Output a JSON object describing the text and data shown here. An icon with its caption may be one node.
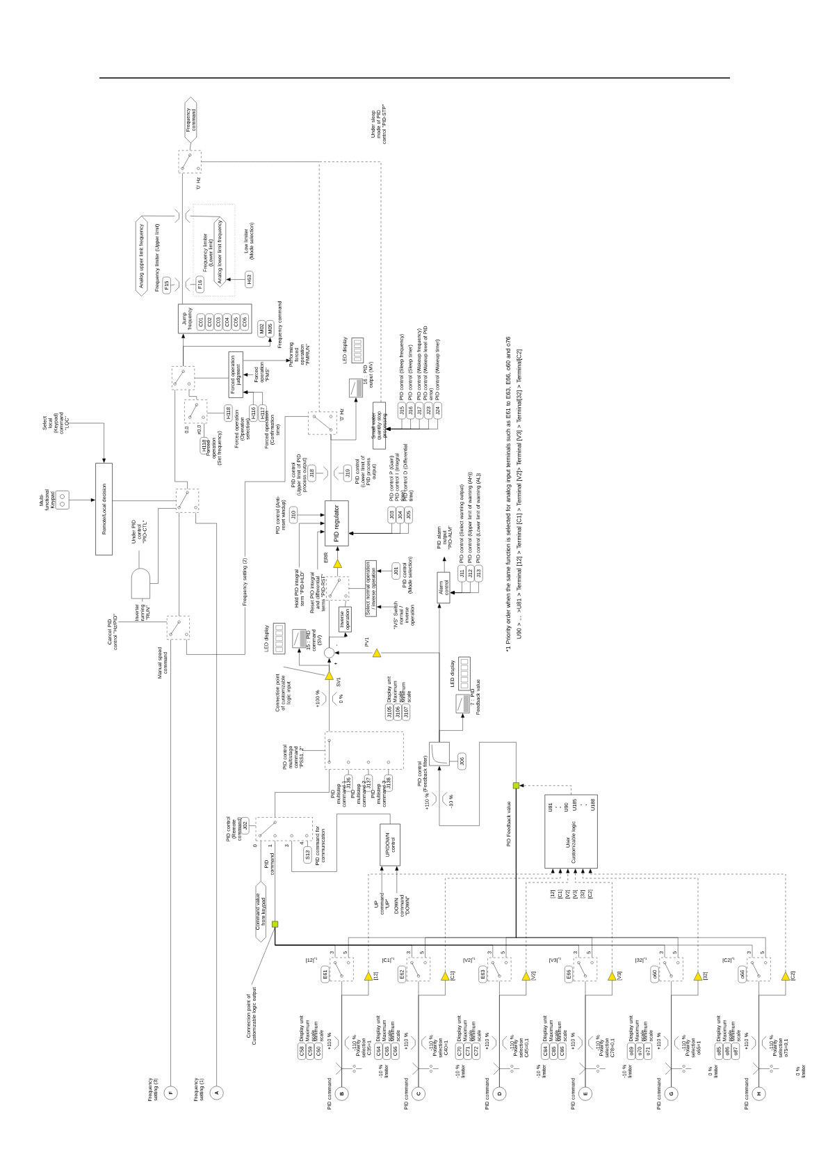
{
  "diagram": {
    "nodes": [
      {
        "text": [
          "Frequency command"
        ]
      },
      {
        "text": [],
        "shape": "switch"
      },
      {
        "text": [
          "Analog upper limit frequency"
        ]
      },
      {
        "text": [
          "F15"
        ],
        "beside": [
          "Frequency limiter (Upper limit)"
        ]
      },
      {
        "text": [
          "F16"
        ]
      },
      {
        "text": [
          "Analog lower limit frequency"
        ]
      },
      {
        "text": [
          "H63"
        ],
        "beside": [
          "Low limiter (Mode selection)"
        ]
      },
      {
        "text": [
          "Jump frequency"
        ]
      },
      {
        "text": [
          "C01"
        ],
        "in": 7
      },
      {
        "text": [
          "C02"
        ],
        "in": 7
      },
      {
        "text": [
          "C03"
        ],
        "in": 7
      },
      {
        "text": [
          "C04"
        ],
        "in": 7
      },
      {
        "text": [
          "C05"
        ],
        "in": 7
      },
      {
        "text": [
          "C06"
        ],
        "in": 7
      },
      {
        "text": [
          "M02"
        ]
      },
      {
        "text": [
          "M05"
        ],
        "beside": [
          "Frequency command"
        ]
      },
      {
        "text": [],
        "shape": "switch"
      },
      {
        "text": [
          "Forced operation judgment"
        ]
      },
      {
        "text": [
          "Performing forced operation \"FMRUN\""
        ]
      },
      {
        "text": [
          "Forced operation \"FMS\""
        ]
      },
      {
        "text": [
          "H116"
        ],
        "beside": [
          "Forced operation (Operation selection)"
        ]
      },
      {
        "text": [
          "H117"
        ],
        "beside": [
          "Forced operation (Confirmation time)"
        ]
      },
      {
        "text": [],
        "shape": "switch"
      },
      {
        "text": [
          "H118"
        ]
      },
      {
        "text": [
          "H118"
        ],
        "beside": [
          "Forced operation (Set frequency)"
        ]
      },
      {
        "text": [],
        "shape": "switch"
      },
      {
        "text": [
          "Remote/Local decision"
        ]
      },
      {
        "text": [],
        "shape": "key",
        "beside": [
          "Multi-functional Keypad"
        ]
      },
      {
        "text": [
          "Select local (Keypad) command \"LOC\""
        ]
      },
      {
        "text": [],
        "shape": "gate"
      },
      {
        "text": [
          "Under PID control \"PID-CTL\""
        ]
      },
      {
        "text": [
          "Inverter running \"RUN\""
        ]
      },
      {
        "text": [],
        "shape": "switch"
      },
      {
        "text": [
          "Cancel PID control \"Hz/PID\""
        ]
      },
      {
        "text": [
          "F"
        ],
        "beside": [
          "Frequency setting (3)"
        ]
      },
      {
        "text": [
          "A"
        ],
        "beside": [
          "Frequency setting (1)"
        ]
      },
      {
        "text": [
          "PID regulator"
        ]
      },
      {
        "text": [
          "J10"
        ],
        "beside": [
          "PID control (Anti-reset windup)"
        ]
      },
      {
        "text": [
          "Hold PID integral term \"PID-HLD\""
        ]
      },
      {
        "text": [
          "Reset PID integral and differential terms \"PID-RST\""
        ]
      },
      {
        "text": [
          "J18"
        ],
        "beside": [
          "PID control (Upper limit of PID process output)"
        ]
      },
      {
        "text": [
          "J19"
        ],
        "beside": [
          "PID control (Lower limit of PID process output)"
        ]
      },
      {
        "text": [
          "J03"
        ],
        "beside": [
          "PID control P (Gain)"
        ]
      },
      {
        "text": [
          "J04"
        ],
        "beside": [
          "PID control I (Integral time)"
        ]
      },
      {
        "text": [
          "J05"
        ],
        "beside": [
          "PID control D (Differential time)"
        ]
      },
      {
        "text": [],
        "shape": "switch"
      },
      {
        "text": [],
        "shape": "meter",
        "beside": [
          "16 : PID output (MV)"
        ]
      },
      {
        "text": [
          "Small water quantity stop processing"
        ]
      },
      {
        "text": [
          "J15"
        ],
        "beside": [
          "PID control (Sleep frequency)"
        ]
      },
      {
        "text": [
          "J16"
        ],
        "beside": [
          "PID control (Sleep timer)"
        ]
      },
      {
        "text": [
          "J17"
        ],
        "beside": [
          "PID control (Wakeup frequency)"
        ]
      },
      {
        "text": [
          "J23"
        ],
        "beside": [
          "PID control (Wakeup level of PID error)"
        ]
      },
      {
        "text": [
          "J24"
        ],
        "beside": [
          "PID control (Wakeup timer)"
        ]
      },
      {
        "text": [],
        "shape": "triangle",
        "beside": [
          "ERR"
        ]
      },
      {
        "text": [],
        "shape": "switch"
      },
      {
        "text": [
          "Inverse operation"
        ]
      },
      {
        "text": [
          "Select normal operation / inverse operation"
        ]
      },
      {
        "text": [
          "J01"
        ],
        "beside": [
          "PID control (Mode selection)"
        ]
      },
      {
        "text": [
          "\"IVS\" Switch normal / inverse operation"
        ]
      },
      {
        "text": [],
        "shape": "circle"
      },
      {
        "text": [],
        "shape": "triangle",
        "beside": [
          "PV1"
        ]
      },
      {
        "text": [],
        "shape": "triangle",
        "beside": [
          "SV1"
        ]
      },
      {
        "text": [],
        "shape": "meter",
        "beside": [
          "15 : PID command (SV)"
        ]
      },
      {
        "text": [
          "J105"
        ],
        "beside": [
          "Display unit"
        ]
      },
      {
        "text": [
          "J106"
        ],
        "beside": [
          "Maximum scale"
        ]
      },
      {
        "text": [
          "J107"
        ],
        "beside": [
          "Minimum scale"
        ]
      },
      {
        "text": [],
        "shape": "meter",
        "beside": [
          "7 : PID Feedback value"
        ]
      },
      {
        "text": [
          "Alarm control"
        ]
      },
      {
        "text": [
          "PID alarm output \"PID-ALM\""
        ]
      },
      {
        "text": [
          "J11"
        ],
        "beside": [
          "PID control (Select warning output)"
        ]
      },
      {
        "text": [
          "J12"
        ],
        "beside": [
          "PID control (Upper limit of warning (AH))"
        ]
      },
      {
        "text": [
          "J13"
        ],
        "beside": [
          "PID control (Lower limit of warning (AL))"
        ]
      },
      {
        "text": [
          "PID control multistage command \"PSS1, 2\""
        ]
      },
      {
        "text": [],
        "shape": "switch"
      },
      {
        "text": [
          "J136"
        ],
        "beside": [
          "PID multistep command 1"
        ]
      },
      {
        "text": [
          "J137"
        ],
        "beside": [
          "PID multistep command 2"
        ]
      },
      {
        "text": [
          "J138"
        ],
        "beside": [
          "PID multistep command 3"
        ]
      },
      {
        "text": [],
        "shape": "box",
        "beside": [
          "PID control (Feedback filter)"
        ]
      },
      {
        "text": [
          "J06"
        ]
      },
      {
        "text": [
          "J02"
        ],
        "beside": [
          "PID control (Remote command)"
        ]
      },
      {
        "text": [],
        "shape": "switch"
      },
      {
        "text": [
          "S13"
        ],
        "beside": [
          "PID command for communication"
        ]
      },
      {
        "text": [
          "Command value from keypad"
        ]
      },
      {
        "text": [
          "UP/DOWN control"
        ]
      },
      {
        "text": [
          "UP command \"UP\""
        ]
      },
      {
        "text": [
          "DOWN command \"DOWN\""
        ]
      },
      {
        "text": [],
        "shape": "square"
      },
      {
        "text": [
          "Connection point of Customizable logic output"
        ]
      },
      {
        "text": [
          "Connection point of customizable logic input"
        ]
      },
      {
        "text": [
          "U81",
          "U90",
          "U185",
          "U188",
          "User Customizable logic"
        ]
      },
      {
        "text": [],
        "shape": "square",
        "beside": [
          "PID Feedback value"
        ]
      },
      {
        "text": [
          "B"
        ],
        "beside": [
          "PID command"
        ]
      },
      {
        "text": [
          "E61"
        ],
        "beside": [
          "[12]$^{*1}$"
        ]
      },
      {
        "text": [],
        "shape": "switch"
      },
      {
        "text": [],
        "shape": "triangle",
        "beside": [
          "[12]"
        ]
      },
      {
        "text": [
          "C58"
        ],
        "beside": [
          "Display unit"
        ]
      },
      {
        "text": [
          "C59"
        ],
        "beside": [
          "Maximum scale"
        ]
      },
      {
        "text": [
          "C60"
        ],
        "beside": [
          "Minimum scale"
        ]
      },
      {
        "text": [
          "C"
        ],
        "beside": [
          "PID command"
        ]
      },
      {
        "text": [
          "E62"
        ],
        "beside": [
          "[C1]$^{*1}$"
        ]
      },
      {
        "text": [],
        "shape": "switch"
      },
      {
        "text": [],
        "shape": "triangle",
        "beside": [
          "[C1]"
        ]
      },
      {
        "text": [
          "C64"
        ],
        "beside": [
          "Display unit"
        ]
      },
      {
        "text": [
          "C65"
        ],
        "beside": [
          "Maximum scale"
        ]
      },
      {
        "text": [
          "C66"
        ],
        "beside": [
          "Minimum scale"
        ]
      },
      {
        "text": [
          "D"
        ],
        "beside": [
          "PID command"
        ]
      },
      {
        "text": [
          "E63"
        ],
        "beside": [
          "[V2]$^{*1}$"
        ]
      },
      {
        "text": [],
        "shape": "switch"
      },
      {
        "text": [],
        "shape": "triangle",
        "beside": [
          "[V2]"
        ]
      },
      {
        "text": [
          "C70"
        ],
        "beside": [
          "Display unit"
        ]
      },
      {
        "text": [
          "C71"
        ],
        "beside": [
          "Maximum scale"
        ]
      },
      {
        "text": [
          "C72"
        ],
        "beside": [
          "Minimum scale"
        ]
      },
      {
        "text": [
          "E"
        ],
        "beside": [
          "PID command"
        ]
      },
      {
        "text": [
          "E66"
        ],
        "beside": [
          "[V3]$^{*1}$"
        ]
      },
      {
        "text": [],
        "shape": "switch"
      },
      {
        "text": [],
        "shape": "triangle",
        "beside": [
          "[V3]"
        ]
      },
      {
        "text": [
          "C84"
        ],
        "beside": [
          "Display unit"
        ]
      },
      {
        "text": [
          "C85"
        ],
        "beside": [
          "Maximum scale"
        ]
      },
      {
        "text": [
          "C86"
        ],
        "beside": [
          "Minimum scale"
        ]
      },
      {
        "text": [
          "G"
        ],
        "beside": [
          "PID command"
        ]
      },
      {
        "text": [
          "o60"
        ],
        "beside": [
          "[32]$^{*1}$"
        ]
      },
      {
        "text": [],
        "shape": "switch"
      },
      {
        "text": [],
        "shape": "triangle",
        "beside": [
          "[32]"
        ]
      },
      {
        "text": [
          "o69"
        ],
        "beside": [
          "Display unit"
        ]
      },
      {
        "text": [
          "o70"
        ],
        "beside": [
          "Maximum scale"
        ]
      },
      {
        "text": [
          "o71"
        ],
        "beside": [
          "Minimum scale"
        ]
      },
      {
        "text": [
          "H"
        ],
        "beside": [
          "PID command"
        ]
      },
      {
        "text": [
          "o66"
        ],
        "beside": [
          "[C2]$^{*1}$"
        ]
      },
      {
        "text": [],
        "shape": "switch"
      },
      {
        "text": [],
        "shape": "triangle",
        "beside": [
          "[C2]"
        ]
      },
      {
        "text": [
          "o85"
        ],
        "beside": [
          "Display unit"
        ]
      },
      {
        "text": [
          "o86"
        ],
        "beside": [
          "Maximum scale"
        ]
      },
      {
        "text": [
          "o87"
        ],
        "beside": [
          "Minimum scale"
        ]
      },
      {
        "text": [],
        "shape": "limiter"
      },
      {
        "text": [],
        "shape": "limiter"
      },
      {
        "text": [],
        "shape": "limiter"
      }
    ],
    "edges": [
      {
        "from": 1,
        "to": 0,
        "arrow": "none"
      },
      {
        "from": 7,
        "to": 1,
        "arrow": "none"
      },
      {
        "from": 2,
        "to": 133,
        "arrow": "none"
      },
      {
        "from": 3,
        "to": 134,
        "arrow": "none"
      },
      {
        "from": 4,
        "to": 134,
        "arrow": "none"
      },
      {
        "from": 5,
        "to": 133,
        "arrow": "none"
      },
      {
        "from": 6,
        "to": 5,
        "arrow": "to"
      },
      {
        "from": 16,
        "to": 7,
        "arrow": "to"
      },
      {
        "from": 16,
        "to": 15,
        "arrow": "to"
      },
      {
        "from": 17,
        "to": 16,
        "arrow": "none"
      },
      {
        "from": 17,
        "to": 18,
        "arrow": "to"
      },
      {
        "from": 19,
        "to": 17,
        "arrow": "to"
      },
      {
        "from": 20,
        "to": 17,
        "arrow": "to"
      },
      {
        "from": 21,
        "to": 17,
        "arrow": "to"
      },
      {
        "from": 22,
        "to": 16,
        "arrow": "none"
      },
      {
        "from": 23,
        "to": 22,
        "arrow": "none"
      },
      {
        "from": 24,
        "to": 22,
        "arrow": "none"
      },
      {
        "from": 25,
        "to": 16,
        "arrow": "none"
      },
      {
        "from": 26,
        "to": 25,
        "arrow": "none"
      },
      {
        "from": 27,
        "to": 26,
        "arrow": "to"
      },
      {
        "from": 28,
        "to": 26,
        "arrow": "to"
      },
      {
        "from": 29,
        "to": 25,
        "arrow": "none"
      },
      {
        "from": 29,
        "to": 30,
        "arrow": "none"
      },
      {
        "from": 31,
        "to": 29,
        "arrow": "none"
      },
      {
        "from": 33,
        "to": 32,
        "arrow": "none"
      },
      {
        "from": 32,
        "to": 25,
        "arrow": "none"
      },
      {
        "from": 34,
        "to": 32,
        "arrow": "none"
      },
      {
        "from": 35,
        "to": 25,
        "arrow": "none"
      },
      {
        "from": 45,
        "to": 32,
        "arrow": "none",
        "label": "Frequency setting (2)"
      },
      {
        "from": 36,
        "to": 45,
        "arrow": "none"
      },
      {
        "from": 45,
        "to": 46,
        "arrow": "to"
      },
      {
        "from": 47,
        "to": 1,
        "arrow": "none",
        "style": "dashed"
      },
      {
        "from": 1,
        "to": 45,
        "arrow": "none",
        "style": "dashed"
      },
      {
        "from": 48,
        "to": 47,
        "arrow": "to"
      },
      {
        "from": 49,
        "to": 47,
        "arrow": "to"
      },
      {
        "from": 50,
        "to": 47,
        "arrow": "to"
      },
      {
        "from": 51,
        "to": 47,
        "arrow": "to"
      },
      {
        "from": 52,
        "to": 47,
        "arrow": "to"
      },
      {
        "from": 37,
        "to": 36,
        "arrow": "to"
      },
      {
        "from": 38,
        "to": 36,
        "arrow": "to"
      },
      {
        "from": 39,
        "to": 36,
        "arrow": "to"
      },
      {
        "from": 42,
        "to": 36,
        "arrow": "to"
      },
      {
        "from": 43,
        "to": 36,
        "arrow": "to"
      },
      {
        "from": 44,
        "to": 36,
        "arrow": "to"
      },
      {
        "from": 40,
        "to": 135,
        "arrow": "none"
      },
      {
        "from": 41,
        "to": 135,
        "arrow": "none"
      },
      {
        "from": 53,
        "to": 36,
        "arrow": "to"
      },
      {
        "from": 54,
        "to": 53,
        "arrow": "none"
      },
      {
        "from": 55,
        "to": 54,
        "arrow": "none"
      },
      {
        "from": 59,
        "to": 55,
        "arrow": "to"
      },
      {
        "from": 59,
        "to": 54,
        "arrow": "none"
      },
      {
        "from": 56,
        "to": 54,
        "arrow": "none"
      },
      {
        "from": 57,
        "to": 56,
        "arrow": "to"
      },
      {
        "from": 58,
        "to": 56,
        "arrow": "to"
      },
      {
        "from": 60,
        "to": 59,
        "arrow": "to"
      },
      {
        "from": 61,
        "to": 59,
        "arrow": "to"
      },
      {
        "from": 61,
        "to": 62,
        "arrow": "to"
      },
      {
        "from": 73,
        "to": 61,
        "arrow": "none"
      },
      {
        "from": 74,
        "to": 73,
        "arrow": "none"
      },
      {
        "from": 75,
        "to": 73,
        "arrow": "none"
      },
      {
        "from": 76,
        "to": 73,
        "arrow": "none"
      },
      {
        "from": 72,
        "to": 73,
        "arrow": "none"
      },
      {
        "from": 78,
        "to": 77,
        "arrow": "none"
      },
      {
        "from": 77,
        "to": 67,
        "arrow": "to"
      },
      {
        "from": 77,
        "to": 60,
        "arrow": "none"
      },
      {
        "from": 77,
        "to": 66,
        "arrow": "to"
      },
      {
        "from": 67,
        "to": 68,
        "arrow": "to"
      },
      {
        "from": 69,
        "to": 67,
        "arrow": "to"
      },
      {
        "from": 70,
        "to": 67,
        "arrow": "to"
      },
      {
        "from": 71,
        "to": 67,
        "arrow": "to"
      },
      {
        "from": 79,
        "to": 80,
        "arrow": "none"
      },
      {
        "from": 81,
        "to": 80,
        "arrow": "none"
      },
      {
        "from": 82,
        "to": 80,
        "arrow": "none"
      },
      {
        "from": 83,
        "to": 80,
        "arrow": "none"
      },
      {
        "from": 84,
        "to": 83,
        "arrow": "to"
      },
      {
        "from": 85,
        "to": 83,
        "arrow": "to"
      },
      {
        "from": 86,
        "to": 80,
        "arrow": "none",
        "label": "PID command"
      },
      {
        "from": 87,
        "to": 86,
        "arrow": "none"
      },
      {
        "from": 88,
        "to": 61,
        "arrow": "none"
      },
      {
        "from": 89,
        "to": 90,
        "arrow": "to",
        "style": "dashed"
      },
      {
        "from": 90,
        "to": 77,
        "arrow": "to"
      },
      {
        "from": 80,
        "to": 73,
        "arrow": "none"
      },
      {
        "from": 91,
        "to": 93,
        "arrow": "none"
      },
      {
        "from": 91,
        "to": 94,
        "arrow": "none"
      },
      {
        "from": 93,
        "to": 86,
        "arrow": "none"
      },
      {
        "from": 93,
        "to": 90,
        "arrow": "none"
      },
      {
        "from": 94,
        "to": 89,
        "arrow": "to",
        "style": "dashed"
      },
      {
        "from": 98,
        "to": 100,
        "arrow": "none"
      },
      {
        "from": 98,
        "to": 101,
        "arrow": "none"
      },
      {
        "from": 100,
        "to": 86,
        "arrow": "none"
      },
      {
        "from": 100,
        "to": 90,
        "arrow": "none"
      },
      {
        "from": 101,
        "to": 89,
        "arrow": "to",
        "style": "dashed"
      },
      {
        "from": 105,
        "to": 107,
        "arrow": "none"
      },
      {
        "from": 105,
        "to": 108,
        "arrow": "none"
      },
      {
        "from": 107,
        "to": 86,
        "arrow": "none"
      },
      {
        "from": 107,
        "to": 90,
        "arrow": "none"
      },
      {
        "from": 108,
        "to": 89,
        "arrow": "to",
        "style": "dashed"
      },
      {
        "from": 112,
        "to": 114,
        "arrow": "none"
      },
      {
        "from": 112,
        "to": 115,
        "arrow": "none"
      },
      {
        "from": 114,
        "to": 86,
        "arrow": "none"
      },
      {
        "from": 114,
        "to": 90,
        "arrow": "none"
      },
      {
        "from": 115,
        "to": 89,
        "arrow": "to",
        "style": "dashed"
      },
      {
        "from": 119,
        "to": 121,
        "arrow": "none"
      },
      {
        "from": 119,
        "to": 122,
        "arrow": "none"
      },
      {
        "from": 121,
        "to": 86,
        "arrow": "none"
      },
      {
        "from": 121,
        "to": 90,
        "arrow": "none"
      },
      {
        "from": 122,
        "to": 89,
        "arrow": "to",
        "style": "dashed"
      },
      {
        "from": 126,
        "to": 128,
        "arrow": "none"
      },
      {
        "from": 126,
        "to": 129,
        "arrow": "none"
      },
      {
        "from": 128,
        "to": 86,
        "arrow": "none"
      },
      {
        "from": 128,
        "to": 90,
        "arrow": "none"
      },
      {
        "from": 129,
        "to": 89,
        "arrow": "to",
        "style": "dashed"
      }
    ],
    "labels": [
      "'0' Hz",
      "Under sleep mode of PID control \"PID-STP\"",
      "0.0",
      "≠0.0",
      "'0' Hz",
      "LED display",
      "Manual speed command",
      "LED display",
      "+100 %",
      "0 %",
      "+",
      "-",
      "LED display",
      "+110 %",
      "-10 %",
      "0",
      "1",
      "3",
      "4",
      "3",
      "5",
      "+110 %",
      "-110 %",
      "Polarity selection C35=1",
      "-10 % limiter",
      "3",
      "5",
      "+110 %",
      "-110 %",
      "Polarity selection C40=1",
      "-10 % limiter",
      "3",
      "5",
      "+110 %",
      "-110 %",
      "Polarity selection C45=0,1",
      "-10 % limiter",
      "3",
      "5",
      "+110 %",
      "-110 %",
      "Polarity selection C78=0,1",
      "-10 % limiter",
      "3",
      "5",
      "+110 %",
      "-110 %",
      "Polarity selection o65=1",
      "0 % limiter",
      "3",
      "5",
      "+110 %",
      "-110 %",
      "Polarity selection o75=0,1",
      "0 % limiter",
      "*1 Priority order when the same function is selected for analog input terminals such as E61 to E63, E66, o60 and o76",
      "U90 > ... >U81 > Terminal [12] > Terminal [C1] > Terminal [V2]> Terminal [V3] > Terminal[32] > Terminal[C2]",
      "[12]",
      "[C1]",
      "[V2]",
      "[V3]",
      "[32]",
      "[C2]",
      "Frequency limiter (Lower limit)"
    ]
  }
}
